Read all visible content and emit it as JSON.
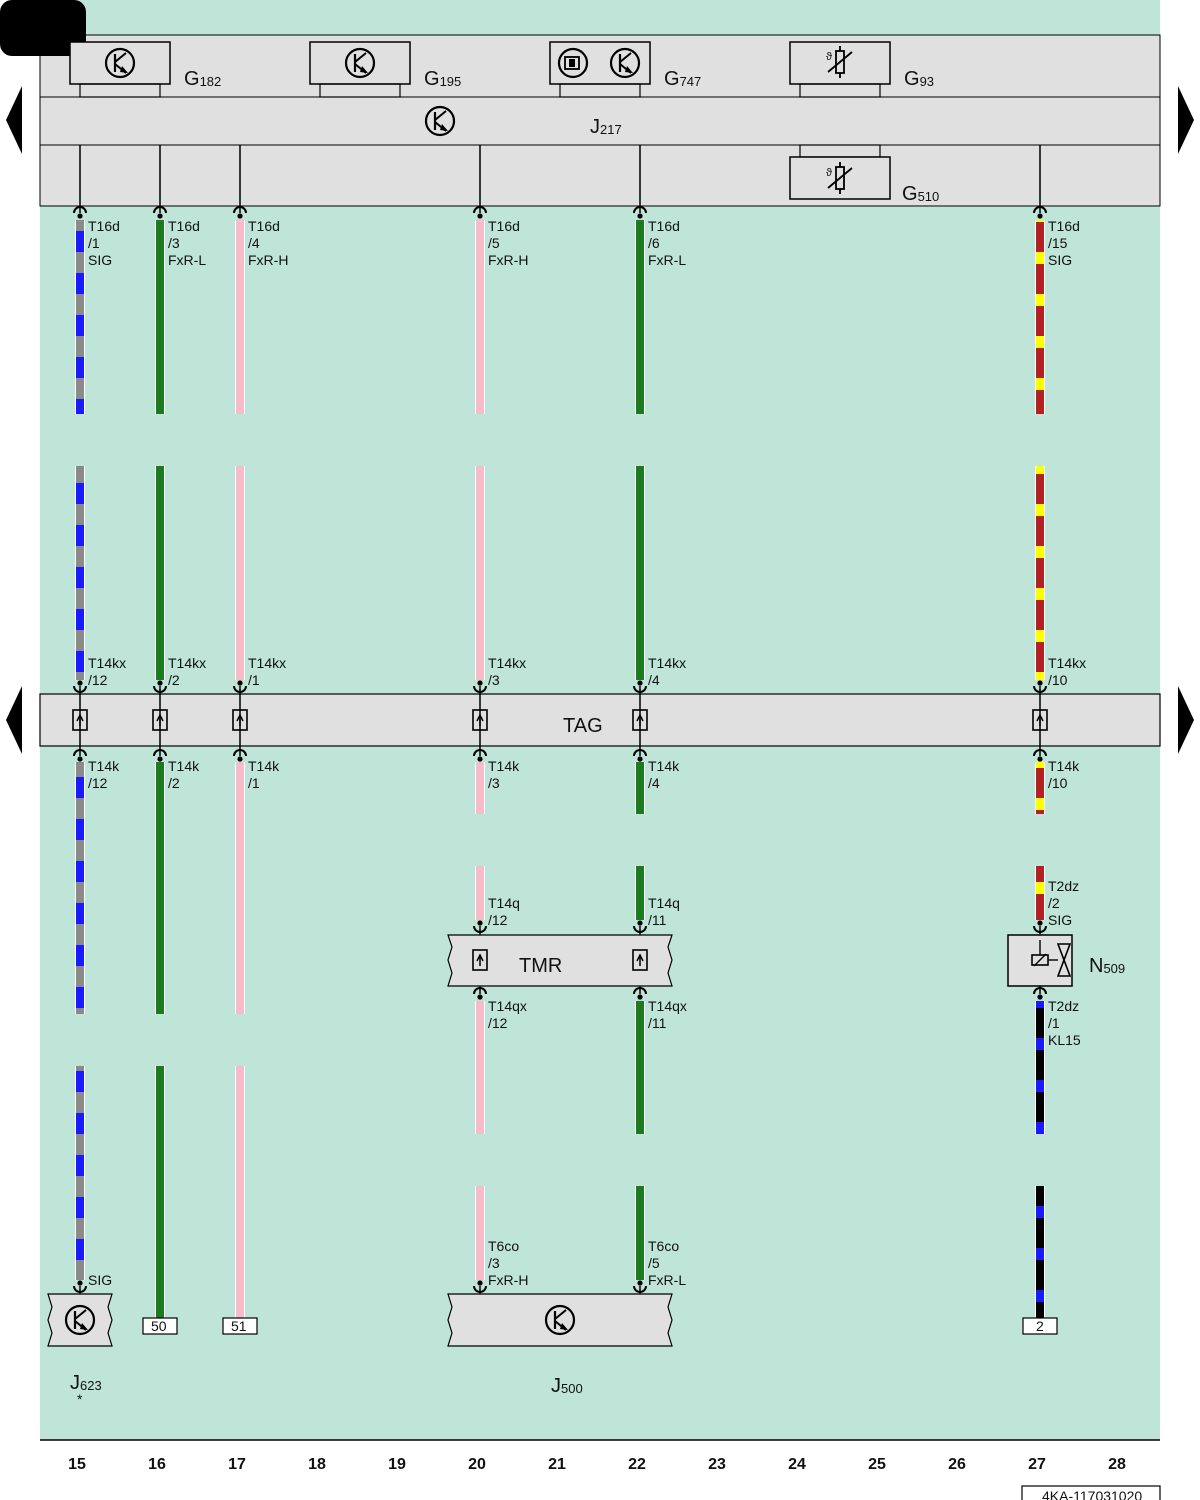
{
  "colors": {
    "background": "#bfe5d9",
    "band": "#e0e0e0",
    "wire_blue": "#1a1aff",
    "wire_gray": "#8a8a8a",
    "wire_green": "#1e7a1e",
    "wire_pink": "#f7bcc9",
    "wire_yellow": "#ffff00",
    "wire_red": "#b22222",
    "wire_black": "#000000"
  },
  "components": {
    "g182": {
      "letter": "G",
      "num": "182"
    },
    "g195": {
      "letter": "G",
      "num": "195"
    },
    "g747": {
      "letter": "G",
      "num": "747"
    },
    "g93": {
      "letter": "G",
      "num": "93"
    },
    "j217": {
      "letter": "J",
      "num": "217"
    },
    "g510": {
      "letter": "G",
      "num": "510"
    },
    "tag": "TAG",
    "tmr": "TMR",
    "n509": {
      "letter": "N",
      "num": "509"
    },
    "j623": {
      "letter": "J",
      "num": "623",
      "note": "*"
    },
    "j500": {
      "letter": "J",
      "num": "500"
    }
  },
  "wires": [
    {
      "id": "w15",
      "colors": [
        "gray",
        "blue"
      ],
      "top": [
        "T16d",
        "/1",
        "SIG"
      ],
      "kx": [
        "T14kx",
        "/12"
      ],
      "k": [
        "T14k",
        "/12"
      ],
      "bottom": [
        "SIG"
      ]
    },
    {
      "id": "w16",
      "colors": [
        "green"
      ],
      "top": [
        "T16d",
        "/3",
        "FxR-L"
      ],
      "kx": [
        "T14kx",
        "/2"
      ],
      "k": [
        "T14k",
        "/2"
      ],
      "ref": "50"
    },
    {
      "id": "w17",
      "colors": [
        "pink"
      ],
      "top": [
        "T16d",
        "/4",
        "FxR-H"
      ],
      "kx": [
        "T14kx",
        "/1"
      ],
      "k": [
        "T14k",
        "/1"
      ],
      "ref": "51"
    },
    {
      "id": "w20",
      "colors": [
        "pink"
      ],
      "top": [
        "T16d",
        "/5",
        "FxR-H"
      ],
      "kx": [
        "T14kx",
        "/3"
      ],
      "k": [
        "T14k",
        "/3"
      ],
      "q": [
        "T14q",
        "/12"
      ],
      "qx": [
        "T14qx",
        "/12"
      ],
      "bottom": [
        "T6co",
        "/3",
        "FxR-H"
      ]
    },
    {
      "id": "w22",
      "colors": [
        "green"
      ],
      "top": [
        "T16d",
        "/6",
        "FxR-L"
      ],
      "kx": [
        "T14kx",
        "/4"
      ],
      "k": [
        "T14k",
        "/4"
      ],
      "q": [
        "T14q",
        "/11"
      ],
      "qx": [
        "T14qx",
        "/11"
      ],
      "bottom": [
        "T6co",
        "/5",
        "FxR-L"
      ]
    },
    {
      "id": "w27",
      "colors": [
        "yellow",
        "red"
      ],
      "top": [
        "T16d",
        "/15",
        "SIG"
      ],
      "kx": [
        "T14kx",
        "/10"
      ],
      "k": [
        "T14k",
        "/10"
      ],
      "dz_top": [
        "T2dz",
        "/2",
        "SIG"
      ],
      "dz_bottom": [
        "T2dz",
        "/1",
        "KL15"
      ],
      "lower_colors": [
        "black",
        "blue"
      ],
      "ref": "2"
    }
  ],
  "columns": [
    "15",
    "16",
    "17",
    "18",
    "19",
    "20",
    "21",
    "22",
    "23",
    "24",
    "25",
    "26",
    "27",
    "28"
  ],
  "footer_code": "4KA-117031020",
  "icons": {
    "nav_left": "triangle-left-icon",
    "nav_right": "triangle-right-icon",
    "transistor": "transistor-icon",
    "thermistor": "thermistor-icon",
    "connector": "connector-icon",
    "valve": "valve-icon"
  }
}
